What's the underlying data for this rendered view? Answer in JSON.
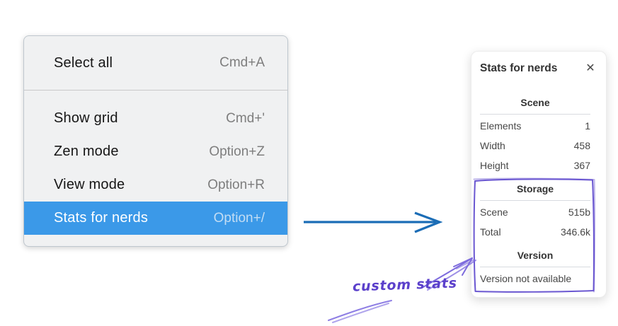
{
  "context_menu": {
    "sections": [
      {
        "items": [
          {
            "label": "Select all",
            "shortcut": "Cmd+A",
            "highlighted": false
          }
        ]
      },
      {
        "items": [
          {
            "label": "Show grid",
            "shortcut": "Cmd+'",
            "highlighted": false
          },
          {
            "label": "Zen mode",
            "shortcut": "Option+Z",
            "highlighted": false
          },
          {
            "label": "View mode",
            "shortcut": "Option+R",
            "highlighted": false
          },
          {
            "label": "Stats for nerds",
            "shortcut": "Option+/",
            "highlighted": true
          }
        ]
      }
    ]
  },
  "stats_panel": {
    "title": "Stats for nerds",
    "close_glyph": "✕",
    "sections": [
      {
        "header": "Scene",
        "rows": [
          [
            "Elements",
            "1"
          ],
          [
            "Width",
            "458"
          ],
          [
            "Height",
            "367"
          ]
        ]
      },
      {
        "header": "Storage",
        "rows": [
          [
            "Scene",
            "515b"
          ],
          [
            "Total",
            "346.6k"
          ]
        ],
        "annotated": true
      },
      {
        "header": "Version",
        "rows": [],
        "note": "Version not available",
        "annotated": true
      }
    ]
  },
  "annotation": {
    "label": "custom stats"
  },
  "colors": {
    "menu_highlight": "#3b99e8",
    "menu_background": "#f0f1f2",
    "flow_arrow_blue": "#1b6db6",
    "annotation_purple": "#6a57d1",
    "annotation_text_purple": "#5b40cb"
  }
}
